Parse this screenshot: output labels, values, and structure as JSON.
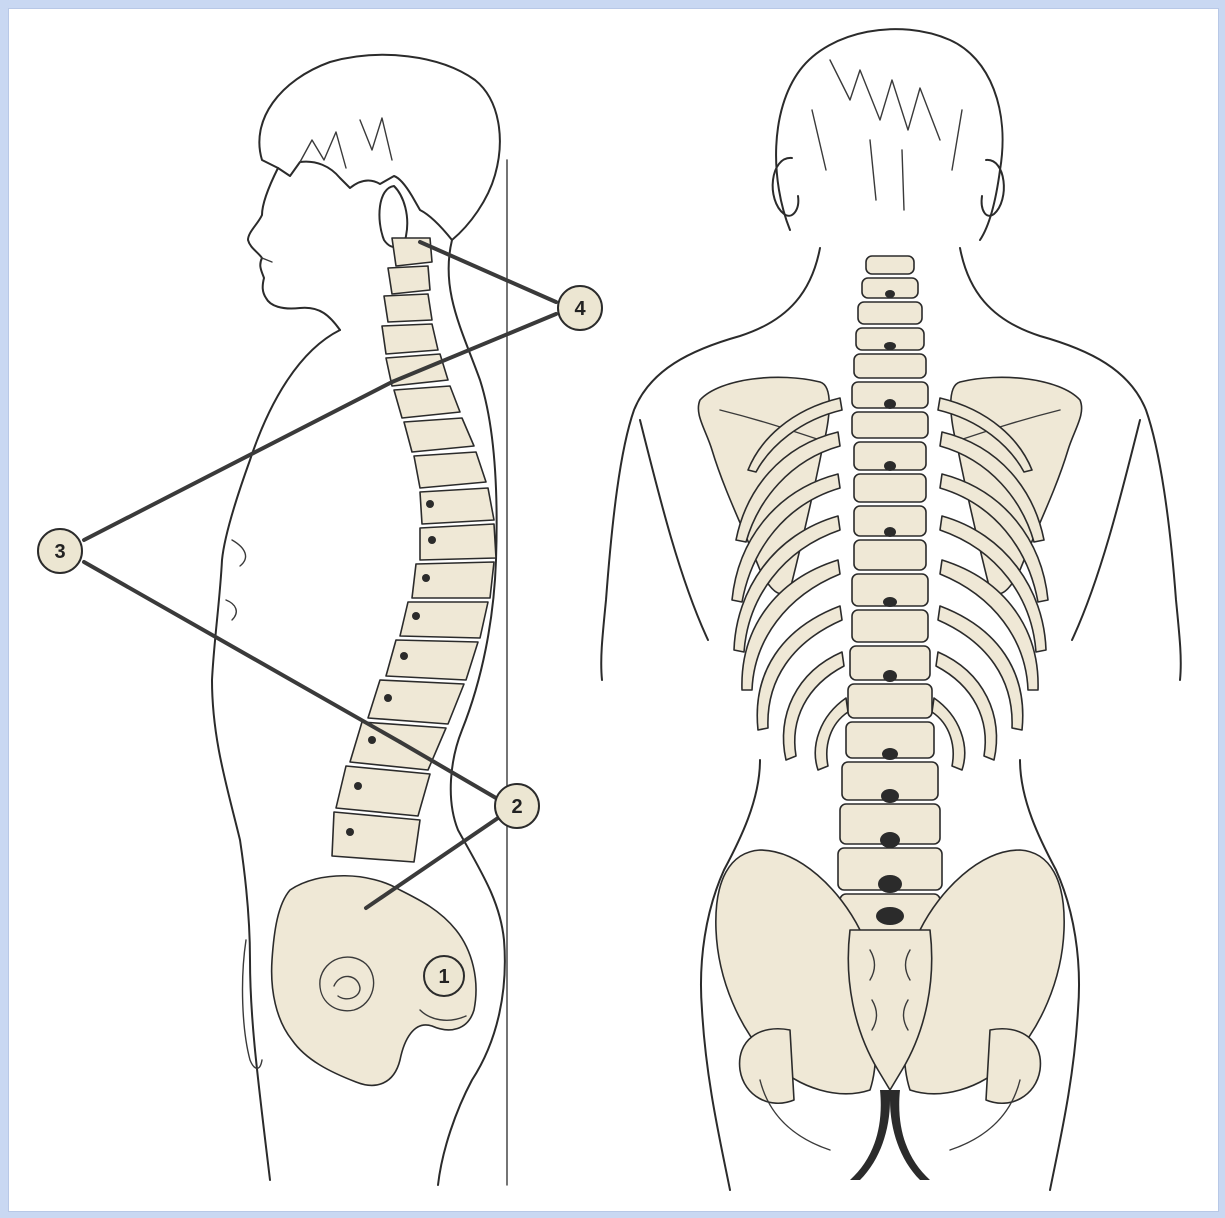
{
  "figure": {
    "colors": {
      "background": "#c9d8f2",
      "panel": "#ffffff",
      "bone": "#efe8d6",
      "line": "#2b2b2b",
      "callout_fill": "#ece6d2"
    }
  },
  "callouts": [
    {
      "number": "1"
    },
    {
      "number": "2"
    },
    {
      "number": "3"
    },
    {
      "number": "4"
    }
  ]
}
